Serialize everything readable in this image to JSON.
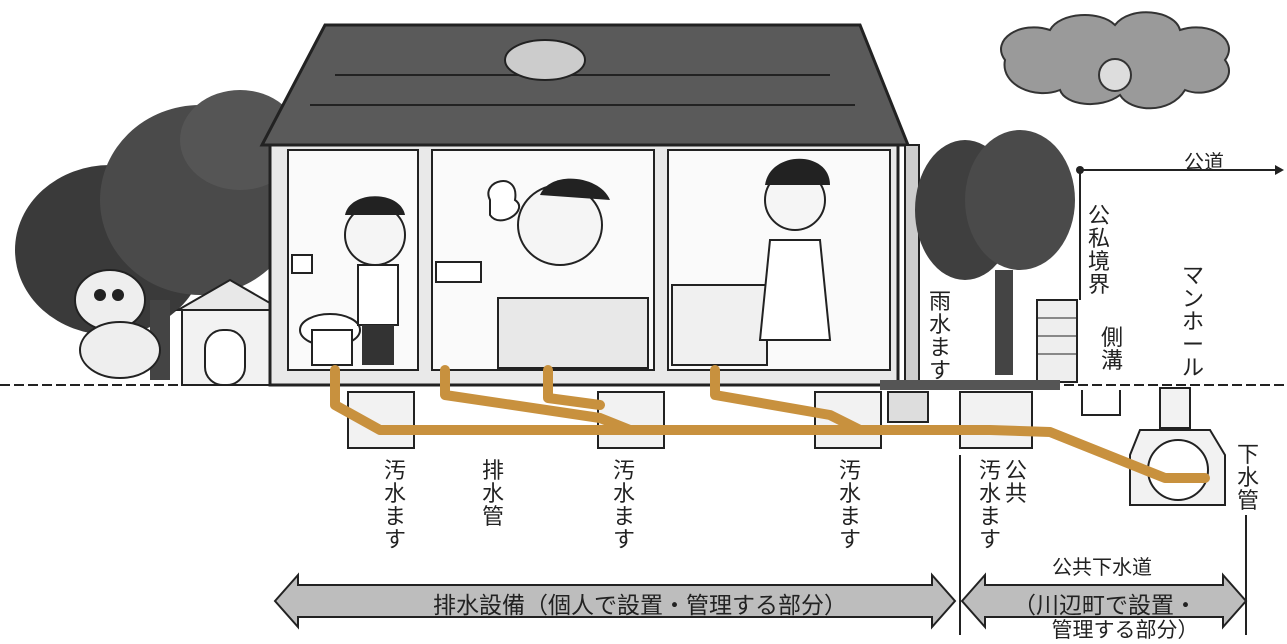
{
  "labels": {
    "public_road": "公道",
    "boundary": "公私境界",
    "manhole": "マンホール",
    "rain_basin": "雨水ます",
    "side_ditch": "側溝",
    "sewer_pipe_main": "下水管",
    "sewage_basin_1": "汚水ます",
    "drain_pipe": "排水管",
    "sewage_basin_2": "汚水ます",
    "sewage_basin_3": "汚水ます",
    "public_basin_top": "公共",
    "public_basin_bottom": "汚水ます",
    "public_sewer": "公共下水道"
  },
  "banners": {
    "private": "排水設備（個人で設置・管理する部分）",
    "public_line1": "（川辺町で設置・",
    "public_line2": "管理する部分）"
  },
  "colors": {
    "pipe": "#c8913e",
    "arrow_fill": "#bdbdbd",
    "ink": "#222222"
  }
}
